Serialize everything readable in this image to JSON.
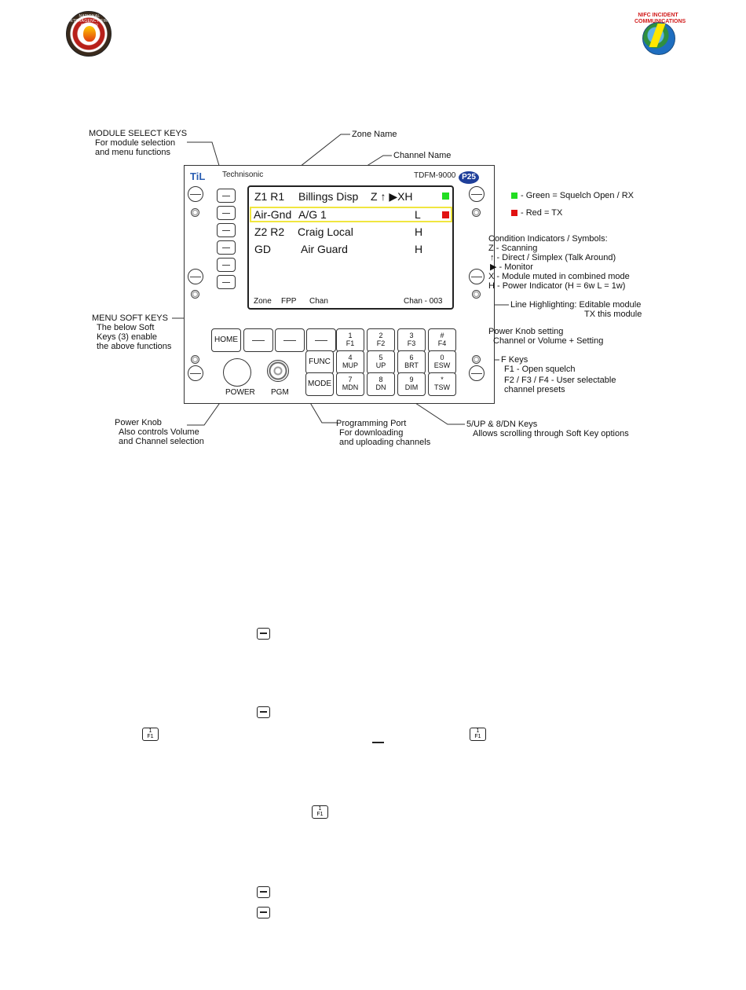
{
  "logos": {
    "left_seal_text": "NATIONAL INTERAGENCY FIRE CENTER",
    "left_seal_year": "BOISE IDAHO",
    "right_logo_text": "NIFC INCIDENT COMMUNICATIONS"
  },
  "radio": {
    "brand": "Technisonic",
    "brand_logo": "TiL",
    "model": "TDFM-9000",
    "badge": "P25",
    "rows": [
      {
        "zone": "Z1 R1",
        "name": "Billings Disp",
        "flags": "Z ↑ ▶XH",
        "indicator": "green"
      },
      {
        "zone": "Air-Gnd",
        "name": "A/G 1",
        "flags": "L",
        "indicator": "red"
      },
      {
        "zone": "Z2 R2",
        "name": "Craig Local",
        "flags": "H",
        "indicator": ""
      },
      {
        "zone": "GD",
        "name": "Air Guard",
        "flags": "H",
        "indicator": ""
      }
    ],
    "soft_labels": [
      "Zone",
      "FPP",
      "Chan"
    ],
    "knob_setting": "Chan - 003",
    "home_key": "HOME",
    "func_key": "FUNC",
    "mode_key": "MODE",
    "power_label": "POWER",
    "pgm_label": "PGM",
    "keypad_row1": [
      {
        "top": "1",
        "bottom": "F1"
      },
      {
        "top": "2",
        "bottom": "F2"
      },
      {
        "top": "3",
        "bottom": "F3"
      },
      {
        "top": "#",
        "bottom": "F4"
      }
    ],
    "keypad_row2": [
      {
        "top": "4",
        "bottom": "MUP"
      },
      {
        "top": "5",
        "bottom": "UP"
      },
      {
        "top": "6",
        "bottom": "BRT"
      },
      {
        "top": "0",
        "bottom": "ESW"
      }
    ],
    "keypad_row3": [
      {
        "top": "7",
        "bottom": "MDN"
      },
      {
        "top": "8",
        "bottom": "DN"
      },
      {
        "top": "9",
        "bottom": "DIM"
      },
      {
        "top": "*",
        "bottom": "TSW"
      }
    ]
  },
  "callouts": {
    "module_select_title": "MODULE SELECT KEYS",
    "module_select_1": "For module selection",
    "module_select_2": "and menu functions",
    "zone_name": "Zone Name",
    "channel_name": "Channel Name",
    "legend_green": "- Green = Squelch Open / RX",
    "legend_red": "- Red     = TX",
    "cond_title": "Condition Indicators / Symbols:",
    "cond_1": "Z - Scanning",
    "cond_2": "↑ - Direct / Simplex (Talk Around)",
    "cond_3": "▶ - Monitor",
    "cond_4": "X  - Module muted in combined mode",
    "cond_5": "H  - Power Indicator (H = 6w L = 1w)",
    "line_hl_1": "Line Highlighting: Editable module",
    "line_hl_2": "TX this module",
    "menu_soft_title": "MENU SOFT KEYS",
    "menu_soft_1": "The below Soft",
    "menu_soft_2": "Keys (3) enable",
    "menu_soft_3": "the above functions",
    "power_knob_setting_1": "Power Knob setting",
    "power_knob_setting_2": "Channel or Volume + Setting",
    "fkeys_title": "F Keys",
    "fkeys_1": "F1 - Open squelch",
    "fkeys_2": "F2 / F3 / F4 - User selectable",
    "fkeys_3": "channel presets",
    "power_knob_1": "Power Knob",
    "power_knob_2": "Also controls Volume",
    "power_knob_3": "and Channel selection",
    "prog_port_1": "Programming Port",
    "prog_port_2": "For downloading",
    "prog_port_3": "and uploading channels",
    "updn_1": "5/UP & 8/DN Keys",
    "updn_2": "Allows scrolling through Soft Key options"
  },
  "inline_icons": {
    "f1_top": "1",
    "f1_bottom": "F1"
  }
}
